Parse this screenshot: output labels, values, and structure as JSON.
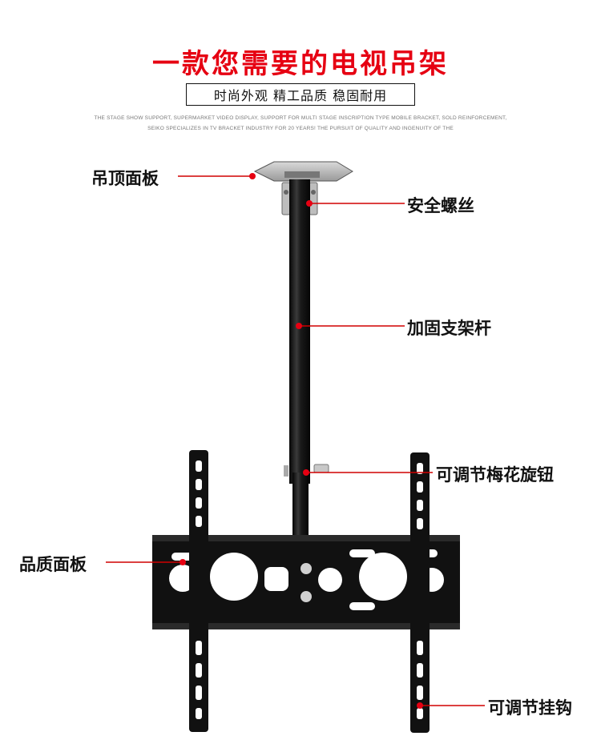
{
  "header": {
    "title": "一款您需要的电视吊架",
    "subtitle": "时尚外观 精工品质  稳固耐用",
    "english_line1": "THE STAGE SHOW SUPPORT, SUPERMARKET VIDEO DISPLAY, SUPPORT FOR MULTI STAGE INSCRIPTION TYPE MOBILE BRACKET, SOLD REINFORCEMENT,",
    "english_line2": "SEIKO SPECIALIZES IN TV BRACKET INDUSTRY FOR 20 YEARS! THE PURSUIT OF QUALITY AND INGENUITY OF THE"
  },
  "callouts": {
    "ceiling_plate": "吊顶面板",
    "safety_screw": "安全螺丝",
    "reinforced_pole": "加固支架杆",
    "adjustable_knob": "可调节梅花旋钮",
    "quality_panel": "品质面板",
    "adjustable_hook": "可调节挂钩"
  },
  "colors": {
    "title_red": "#e60012",
    "callout_dot": "#e60012",
    "callout_line": "#d00000",
    "metal": "#141414"
  }
}
